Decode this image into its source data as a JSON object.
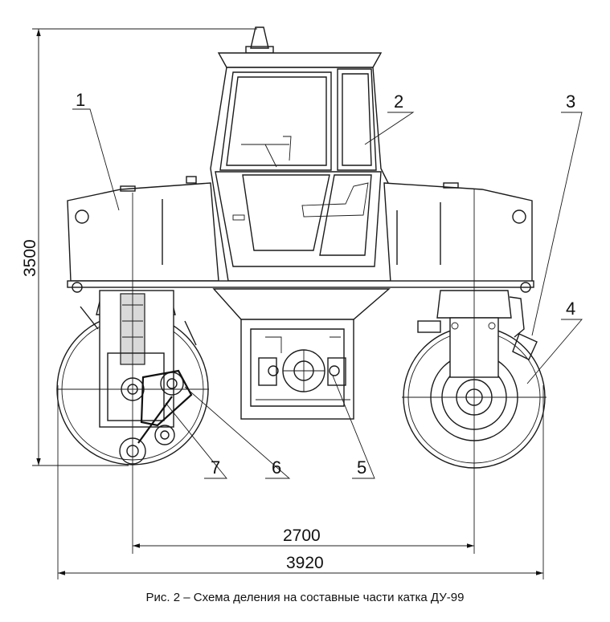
{
  "figure": {
    "caption": "Рис. 2 – Схема деления на составные части катка ДУ-99"
  },
  "callouts": [
    "1",
    "2",
    "3",
    "4",
    "5",
    "6",
    "7"
  ],
  "dimensions": {
    "height": "3500",
    "wheelbase": "2700",
    "overall_length": "3920"
  }
}
